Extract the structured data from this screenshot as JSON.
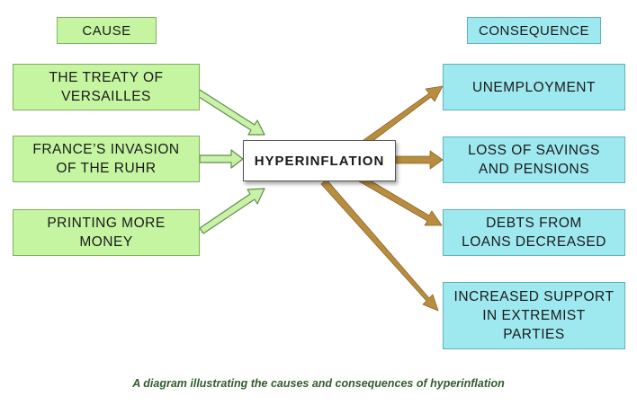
{
  "diagram": {
    "headers": {
      "cause": "CAUSE",
      "consequence": "CONSEQUENCE"
    },
    "center": "HYPERINFLATION",
    "causes": [
      "THE TREATY OF\nVERSAILLES",
      "FRANCE’S INVASION\nOF THE RUHR",
      "PRINTING MORE\nMONEY"
    ],
    "consequences": [
      "UNEMPLOYMENT",
      "LOSS OF SAVINGS\nAND PENSIONS",
      "DEBTS FROM\nLOANS DECREASED",
      "INCREASED SUPPORT\nIN EXTREMIST\nPARTIES"
    ],
    "colors": {
      "cause_fill": "#c5f5a1",
      "consequence_fill": "#9ee9ef",
      "cause_arrow": "#c8f1aa",
      "consequence_arrow": "#b98d3f"
    }
  },
  "caption": "A diagram illustrating the causes and consequences of hyperinflation"
}
